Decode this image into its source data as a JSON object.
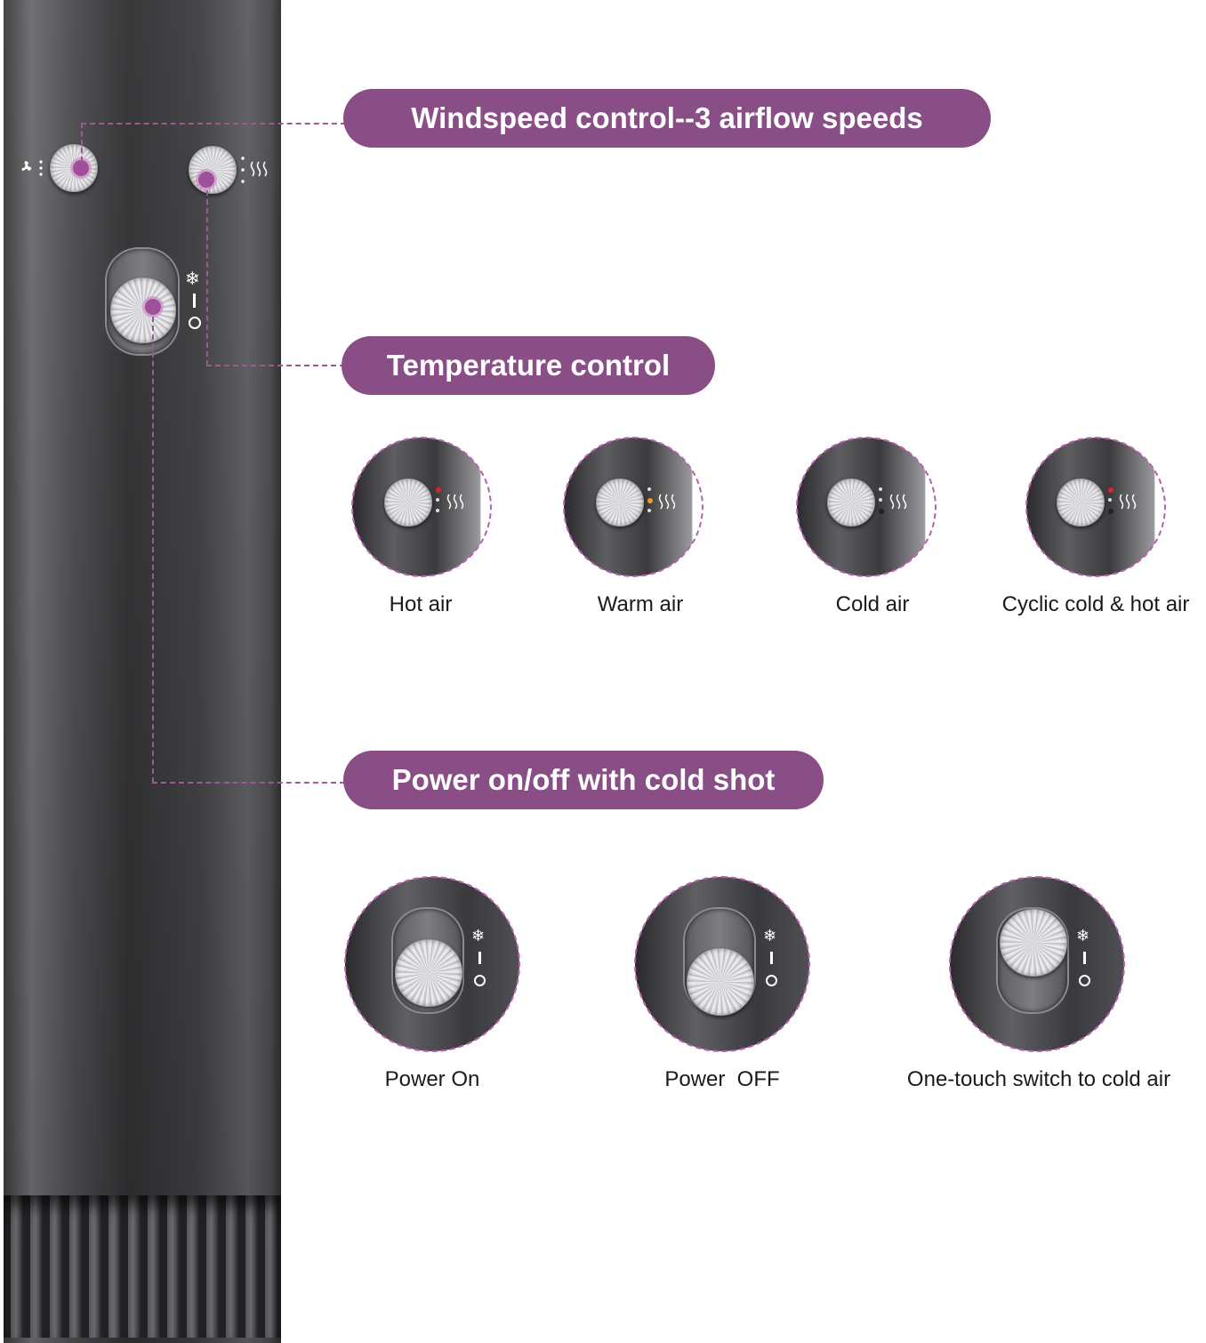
{
  "labels": {
    "windspeed": "Windspeed control--3 airflow speeds",
    "temperature": "Temperature control",
    "power": "Power on/off with cold shot"
  },
  "temperature_modes": [
    {
      "caption": "Hot air",
      "indicator": "red"
    },
    {
      "caption": "Warm air",
      "indicator": "orange"
    },
    {
      "caption": "Cold air",
      "indicator": "dark"
    },
    {
      "caption": "Cyclic cold & hot air",
      "indicator": "red-dark"
    }
  ],
  "power_modes": [
    {
      "caption": "Power On"
    },
    {
      "caption": "Power  OFF"
    },
    {
      "caption": "One-touch switch to cold air"
    }
  ],
  "icons": {
    "fan": "fan-icon",
    "heat": "heat-waves-icon",
    "snow": "snowflake-icon",
    "on": "I",
    "off": "O"
  },
  "colors": {
    "accent": "#8a4e86",
    "hot": "#e0232a",
    "warm": "#f0a020",
    "cold": "#333333"
  }
}
